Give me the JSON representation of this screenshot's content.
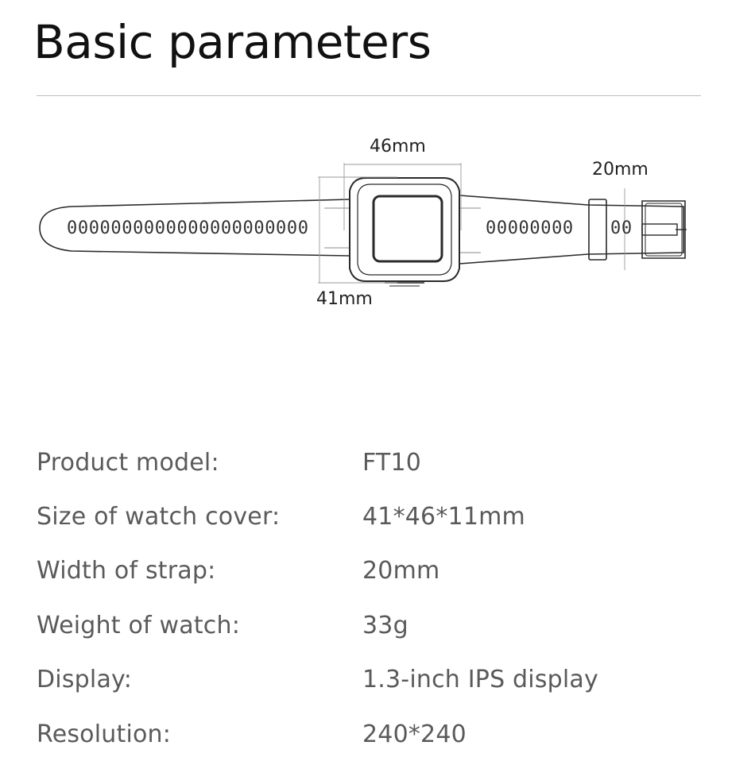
{
  "title": "Basic parameters",
  "diagram": {
    "width_label": "46mm",
    "height_label": "41mm",
    "strap_label": "20mm",
    "strap_left_text": "0000000000000000000000",
    "strap_right_text": "00000000",
    "strap_right_tail": "00",
    "icon": "watch-outline-icon"
  },
  "specs": [
    {
      "label": "Product model:",
      "value": "FT10"
    },
    {
      "label": "Size of watch cover:",
      "value": "41*46*11mm"
    },
    {
      "label": "Width of strap:",
      "value": "20mm"
    },
    {
      "label": "Weight of watch:",
      "value": "33g"
    },
    {
      "label": "Display:",
      "value": "1.3-inch IPS display"
    },
    {
      "label": "Resolution:",
      "value": "240*240"
    }
  ]
}
